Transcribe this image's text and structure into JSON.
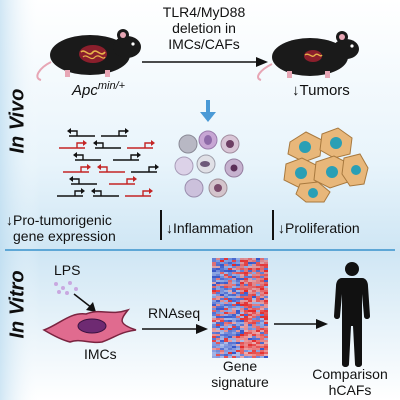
{
  "sections": {
    "in_vivo_label": "In Vivo",
    "in_vitro_label": "In Vitro"
  },
  "top": {
    "deletion_line1": "TLR4/MyD88",
    "deletion_line2": "deletion in",
    "deletion_line3": "IMCs/CAFs",
    "mouse_genotype_base": "Apc",
    "mouse_genotype_sup": "min/+",
    "tumors_label": "Tumors",
    "tumors_arrow": "↓"
  },
  "outcomes": {
    "gene_expression_line1": "Pro-tumorigenic",
    "gene_expression_line2": "gene expression",
    "inflammation": "Inflammation",
    "proliferation": "Proliferation",
    "down_arrow": "↓"
  },
  "in_vitro": {
    "lps": "LPS",
    "imcs": "IMCs",
    "rnaseq": "RNAseq",
    "gene_signature_line1": "Gene",
    "gene_signature_line2": "signature",
    "comparison_line1": "Comparison",
    "comparison_line2": "hCAFs"
  },
  "colors": {
    "in_vivo_band": "#d6ecf8",
    "in_vitro_band": "#cfe6f6",
    "divider": "#6baed6",
    "mouse": "#1a1a1a",
    "cell_pink": "#d9487a",
    "cell_nucleus": "#7a2b6e",
    "prolif_cell": "#e8b77a",
    "prolif_nucleus": "#2a9fb5",
    "heatmap_red": "#e83030",
    "heatmap_blue": "#3d5fc4",
    "gene_red": "#c42424"
  }
}
